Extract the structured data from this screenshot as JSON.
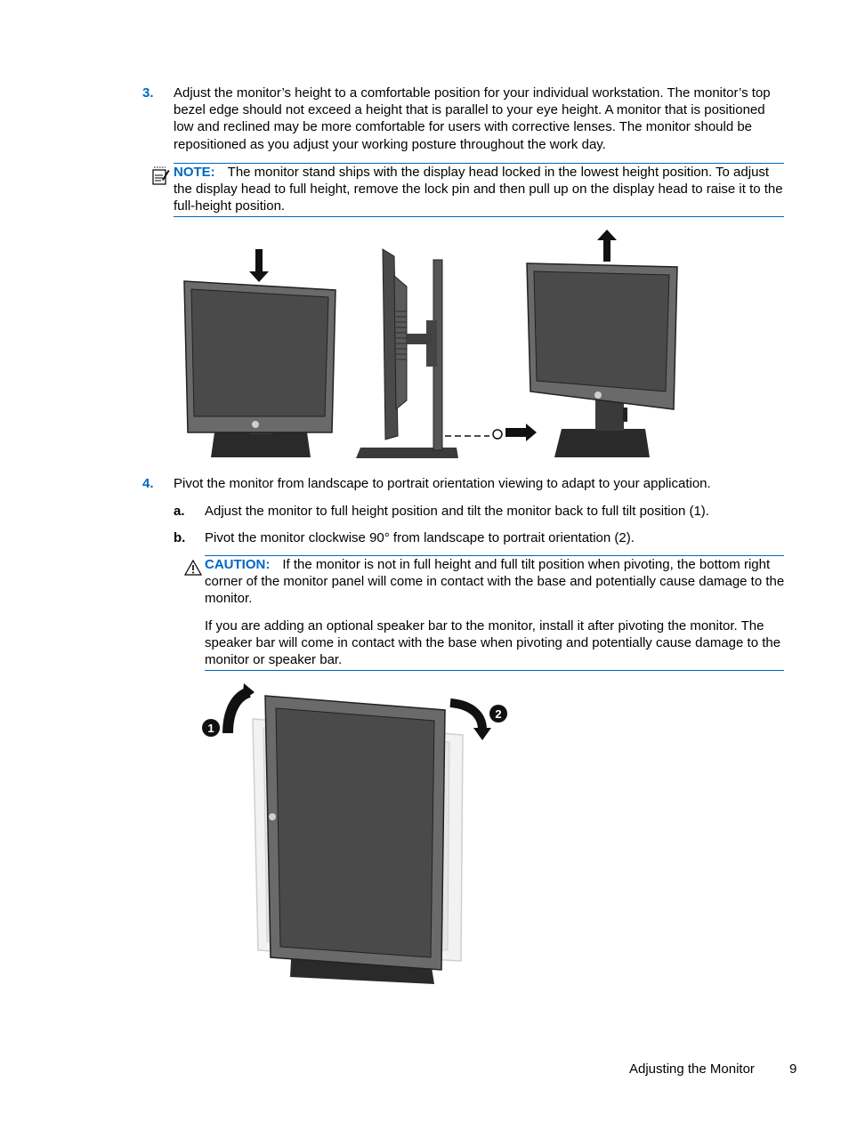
{
  "step3": {
    "number": "3.",
    "text": "Adjust the monitor’s height to a comfortable position for your individual workstation. The monitor’s top bezel edge should not exceed a height that is parallel to your eye height. A monitor that is positioned low and reclined may be more comfortable for users with corrective lenses. The monitor should be repositioned as you adjust your working posture throughout the work day."
  },
  "note": {
    "label": "NOTE:",
    "text": "The monitor stand ships with the display head locked in the lowest height position. To adjust the display head to full height, remove the lock pin and then pull up on the display head to raise it to the full-height position.",
    "icon": "note-icon"
  },
  "step4": {
    "number": "4.",
    "text": "Pivot the monitor from landscape to portrait orientation viewing to adapt to your application.",
    "substeps": [
      {
        "letter": "a.",
        "text": "Adjust the monitor to full height position and tilt the monitor back to full tilt position (1)."
      },
      {
        "letter": "b.",
        "text": "Pivot the monitor clockwise 90° from landscape to portrait orientation (2)."
      }
    ]
  },
  "caution": {
    "label": "CAUTION:",
    "text": "If the monitor is not in full height and full tilt position when pivoting, the bottom right corner of the monitor panel will come in contact with the base and potentially cause damage to the monitor.",
    "text2": "If you are adding an optional speaker bar to the monitor, install it after pivoting the monitor. The speaker bar will come in contact with the base when pivoting and potentially cause damage to the monitor or speaker bar.",
    "icon": "warning-triangle-icon"
  },
  "figure2": {
    "callout1": "1",
    "callout2": "2"
  },
  "footer": {
    "section": "Adjusting the Monitor",
    "page": "9"
  }
}
